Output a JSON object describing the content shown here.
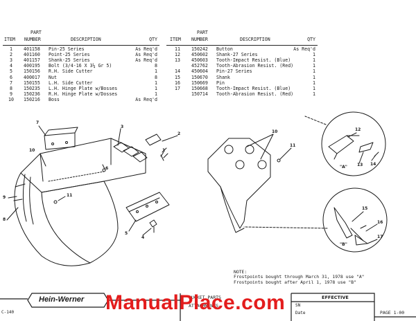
{
  "left_table": {
    "headers": {
      "part_top": "PART",
      "item": "ITEM",
      "number": "NUMBER",
      "description": "DESCRIPTION",
      "qty": "QTY"
    },
    "rows": [
      {
        "item": "1",
        "number": "401158",
        "description": "Pin-25 Series",
        "qty": "As Req'd"
      },
      {
        "item": "2",
        "number": "401160",
        "description": "Point-25 Series",
        "qty": "As Req'd"
      },
      {
        "item": "3",
        "number": "401157",
        "description": "Shank-25 Series",
        "qty": "As Req'd"
      },
      {
        "item": "4",
        "number": "400195",
        "description": "Bolt (3/4-16 X 3¼ Gr 5)",
        "qty": "8"
      },
      {
        "item": "5",
        "number": "150156",
        "description": "R.H. Side Cutter",
        "qty": "1"
      },
      {
        "item": "6",
        "number": "400017",
        "description": "Nut",
        "qty": "8"
      },
      {
        "item": "7",
        "number": "150155",
        "description": "L.H. Side Cutter",
        "qty": "1"
      },
      {
        "item": "8",
        "number": "150235",
        "description": "L.H. Hinge Plate w/Bosses",
        "qty": "1"
      },
      {
        "item": "9",
        "number": "150236",
        "description": "R.H. Hinge Plate w/Dosses",
        "qty": "1"
      },
      {
        "item": "10",
        "number": "150216",
        "description": "Boss",
        "qty": "As Req'd"
      }
    ]
  },
  "right_table": {
    "headers": {
      "part_top": "PART",
      "item": "ITEM",
      "number": "NUMBER",
      "description": "DESCRIPTION",
      "qty": "QTY"
    },
    "rows": [
      {
        "item": "11",
        "number": "150242",
        "description": "Button",
        "qty": "As Req'd"
      },
      {
        "item": "12",
        "number": "450602",
        "description": "Shank-27 Series",
        "qty": "1"
      },
      {
        "item": "13",
        "number": "450603",
        "description": "Tooth-Impact Resist. (Blue)",
        "qty": "1"
      },
      {
        "item": "",
        "number": "452762",
        "description": "Tooth-Abrasion Resist. (Red)",
        "qty": "1"
      },
      {
        "item": "14",
        "number": "450604",
        "description": "Pin-27 Series",
        "qty": "1"
      },
      {
        "item": "15",
        "number": "150670",
        "description": "Shank",
        "qty": "1"
      },
      {
        "item": "16",
        "number": "150669",
        "description": "Pin",
        "qty": "1"
      },
      {
        "item": "17",
        "number": "150668",
        "description": "Tooth-Impact Resist. (Blue)",
        "qty": "1"
      },
      {
        "item": "",
        "number": "150714",
        "description": "Tooth-Abrasion Resist. (Red)",
        "qty": "1"
      }
    ]
  },
  "callouts": {
    "c1": "1",
    "c2": "2",
    "c3": "3",
    "c4": "4",
    "c5": "5",
    "c6": "6",
    "c7": "7",
    "c8": "8",
    "c9": "9",
    "c10a": "10",
    "c10b": "10",
    "c11a": "11",
    "c11b": "11",
    "c12": "12",
    "c13": "13",
    "c14": "14",
    "c15": "15",
    "c16": "16",
    "c17": "17",
    "detail_a": "\"A\"",
    "detail_b": "\"B\""
  },
  "note": {
    "heading": "NOTE:",
    "line1": "Frostpoints bought through March 31, 1978 use \"A\"",
    "line2": "Frostpoints bought after April 1, 1978 use \"B\""
  },
  "footer": {
    "doc_code": "C-140",
    "brand": "Hein-Werner",
    "title_line1": "BUCKET PARTS",
    "title_line2": "ATTACHMENTS",
    "effective_label": "EFFECTIVE",
    "sn_label": "SN",
    "date_label": "Date",
    "page": "PAGE 1-00"
  },
  "watermark": "ManualPlace.com",
  "colors": {
    "ink": "#1a1a1a",
    "watermark": "#e31d1d"
  }
}
